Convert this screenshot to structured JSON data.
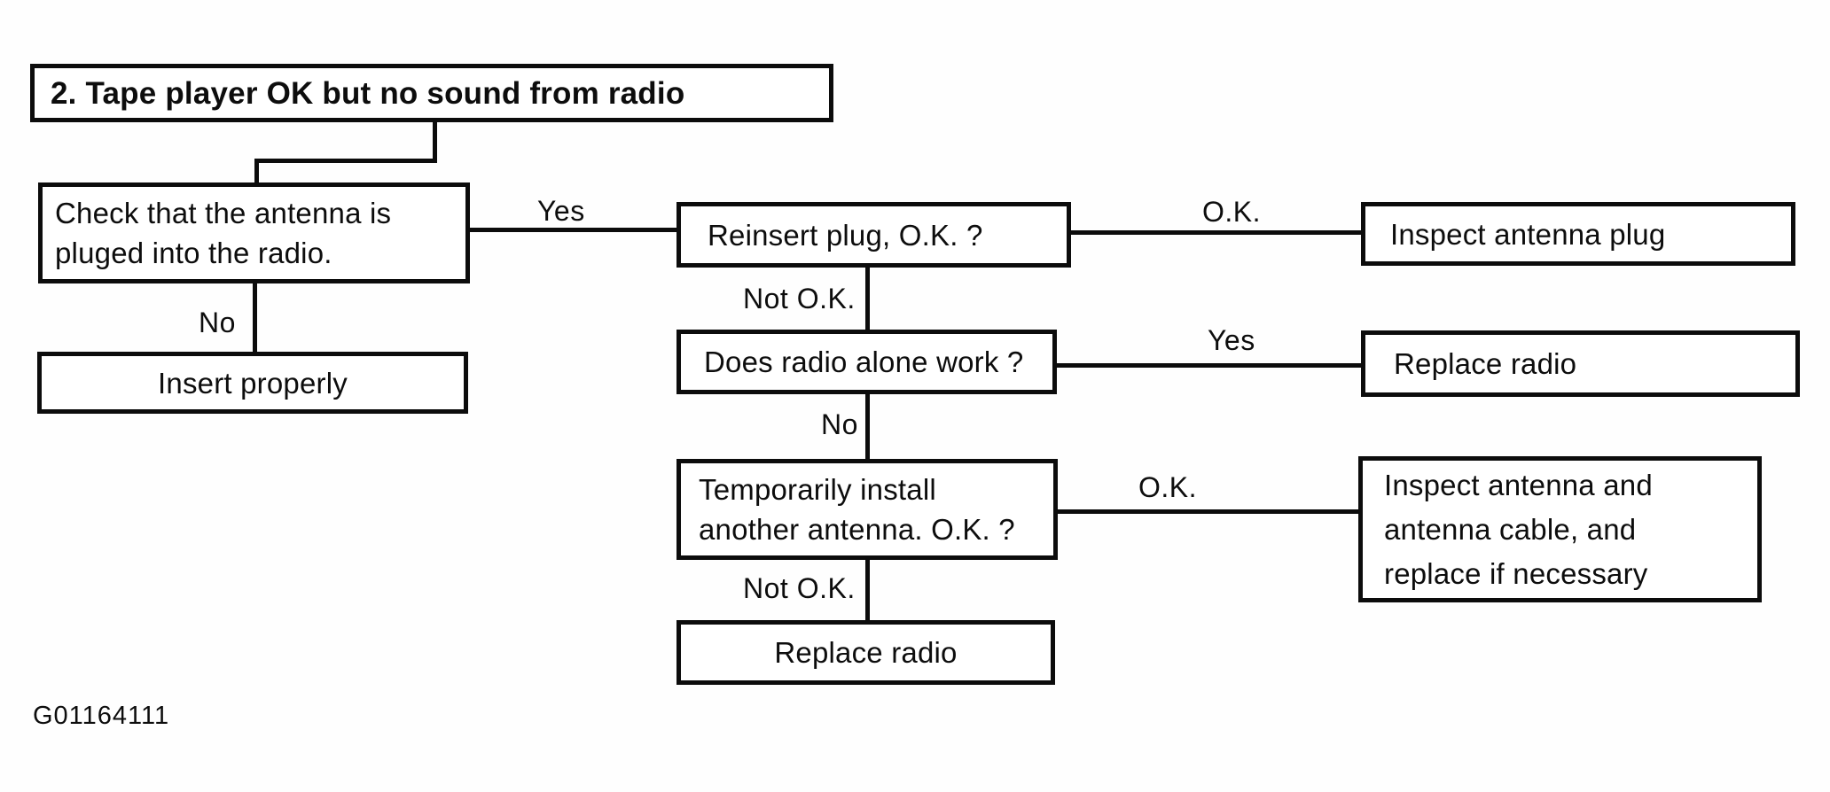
{
  "diagram": {
    "title": "2. Tape player OK but no sound from radio",
    "figure_code": "G01164111",
    "nodes": {
      "check_antenna": "Check that the antenna is\npluged into the radio.",
      "insert_properly": "Insert properly",
      "reinsert_plug": "Reinsert plug, O.K. ?",
      "does_radio_work": "Does radio alone work ?",
      "temp_antenna": "Temporarily install\nanother antenna. O.K. ?",
      "replace_radio_bottom": "Replace radio",
      "inspect_plug": "Inspect antenna plug",
      "replace_radio_right": "Replace radio",
      "inspect_cable": "Inspect antenna and\nantenna cable, and\nreplace if necessary"
    },
    "edge_labels": {
      "check_yes": "Yes",
      "check_no": "No",
      "reinsert_ok": "O.K.",
      "reinsert_not_ok": "Not O.K.",
      "does_yes": "Yes",
      "does_no": "No",
      "temp_ok": "O.K.",
      "temp_not_ok": "Not O.K."
    }
  }
}
